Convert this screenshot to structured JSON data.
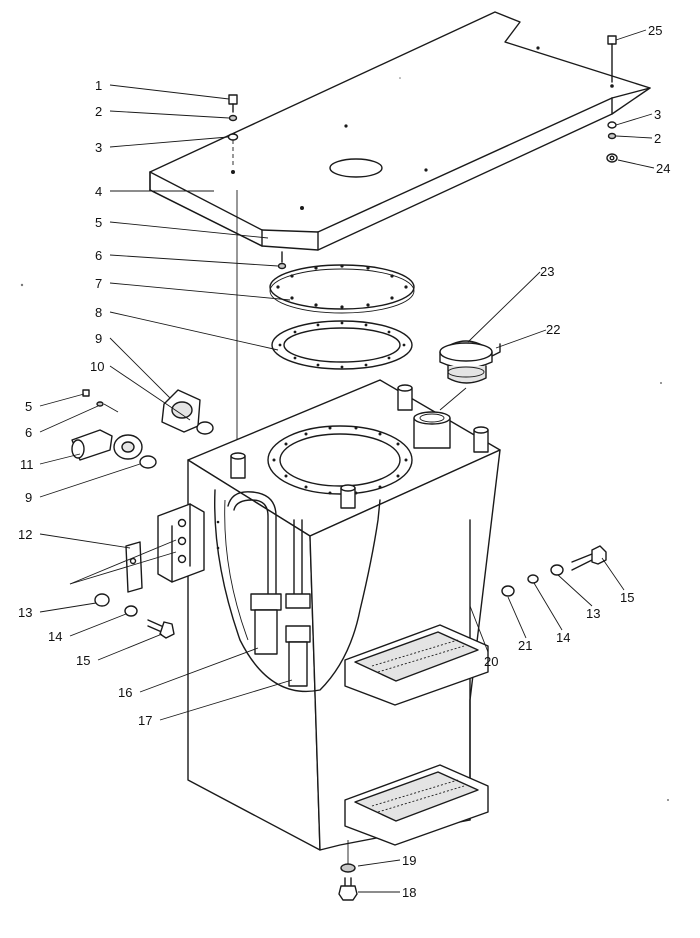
{
  "diagram": {
    "callouts": [
      {
        "id": "c1",
        "text": "1"
      },
      {
        "id": "c2",
        "text": "2"
      },
      {
        "id": "c3",
        "text": "3"
      },
      {
        "id": "c4",
        "text": "4"
      },
      {
        "id": "c5",
        "text": "5"
      },
      {
        "id": "c6",
        "text": "6"
      },
      {
        "id": "c7",
        "text": "7"
      },
      {
        "id": "c8",
        "text": "8"
      },
      {
        "id": "c9",
        "text": "9"
      },
      {
        "id": "c10",
        "text": "10"
      },
      {
        "id": "c5b",
        "text": "5"
      },
      {
        "id": "c6b",
        "text": "6"
      },
      {
        "id": "c11",
        "text": "11"
      },
      {
        "id": "c9b",
        "text": "9"
      },
      {
        "id": "c12",
        "text": "12"
      },
      {
        "id": "c13",
        "text": "13"
      },
      {
        "id": "c14",
        "text": "14"
      },
      {
        "id": "c15",
        "text": "15"
      },
      {
        "id": "c16",
        "text": "16"
      },
      {
        "id": "c17",
        "text": "17"
      },
      {
        "id": "c25",
        "text": "25"
      },
      {
        "id": "c3b",
        "text": "3"
      },
      {
        "id": "c2b",
        "text": "2"
      },
      {
        "id": "c24",
        "text": "24"
      },
      {
        "id": "c23",
        "text": "23"
      },
      {
        "id": "c22",
        "text": "22"
      },
      {
        "id": "c15b",
        "text": "15"
      },
      {
        "id": "c13b",
        "text": "13"
      },
      {
        "id": "c14b",
        "text": "14"
      },
      {
        "id": "c21",
        "text": "21"
      },
      {
        "id": "c20",
        "text": "20"
      },
      {
        "id": "c19",
        "text": "19"
      },
      {
        "id": "c18",
        "text": "18"
      }
    ]
  }
}
